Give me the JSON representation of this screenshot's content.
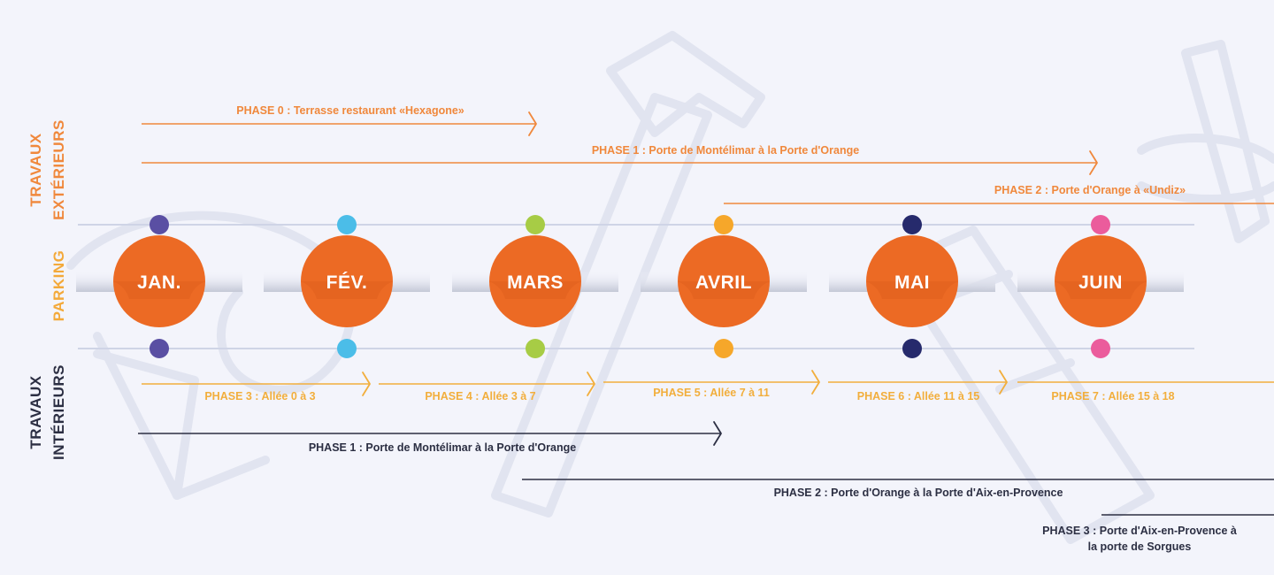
{
  "side_labels": {
    "exterior": [
      "TRAVAUX",
      "EXTÉRIEURS"
    ],
    "parking": "PARKING",
    "interior": [
      "TRAVAUX",
      "INTÉRIEURS"
    ]
  },
  "months": [
    "JAN.",
    "FÉV.",
    "MARS",
    "AVRIL",
    "MAI",
    "JUIN"
  ],
  "colors": {
    "exterior": "#f0883c",
    "parking": "#f3a93a",
    "interior": "#2c2f43",
    "interior_arrow": "#f2ae3c",
    "month_circle": "#ec6a24",
    "track": "#cfd4e6",
    "background": "#f3f4fb",
    "dots": [
      "#5a4fa3",
      "#4bbde8",
      "#a7cc45",
      "#f6a72a",
      "#262a6c",
      "#eb5c9c"
    ]
  },
  "exterior_phases": [
    {
      "label": "PHASE 0 : Terrasse restaurant «Hexagone»"
    },
    {
      "label": "PHASE 1 : Porte de Montélimar à la Porte d'Orange"
    },
    {
      "label": "PHASE 2 : Porte d'Orange à «Undiz»"
    }
  ],
  "parking_phases": [
    {
      "label": "PHASE 3 : Allée 0 à 3"
    },
    {
      "label": "PHASE 4 : Allée 3 à 7"
    },
    {
      "label": "PHASE 5 : Allée 7 à 11"
    },
    {
      "label": "PHASE 6 : Allée 11 à 15"
    },
    {
      "label": "PHASE 7 : Allée 15 à 18"
    }
  ],
  "interior_phases": [
    {
      "label": "PHASE 1 : Porte de Montélimar à la Porte d'Orange"
    },
    {
      "label": "PHASE 2 : Porte d'Orange à la Porte d'Aix-en-Provence"
    },
    {
      "label": [
        "PHASE 3 : Porte d'Aix-en-Provence à",
        "la porte de Sorgues"
      ]
    }
  ]
}
